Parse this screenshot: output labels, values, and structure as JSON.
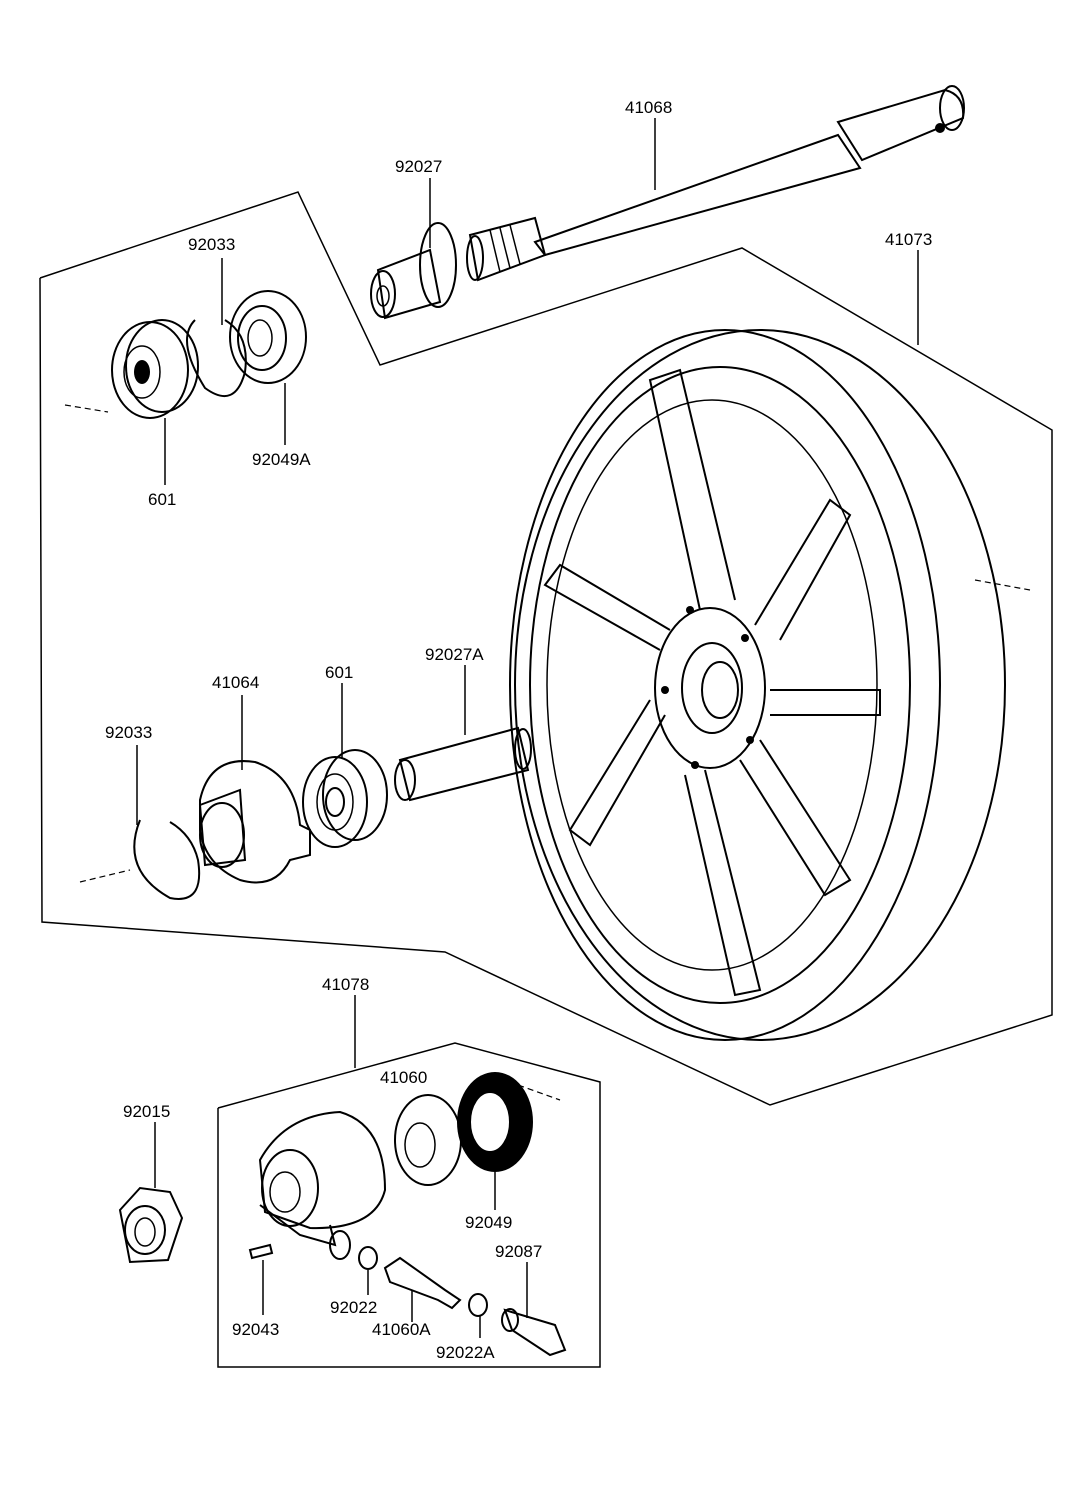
{
  "parts": {
    "axle": "41068",
    "collar_top": "92027",
    "wheel": "41073",
    "circlip_top": "92033",
    "oil_seal_top": "92049A",
    "bearing_top": "601",
    "coupling": "41064",
    "bearing_mid": "601",
    "collar_mid": "92027A",
    "circlip_mid": "92033",
    "meter_gear_housing": "41078",
    "axle_nut": "92015",
    "meter_gear": "41060",
    "oil_seal_bottom": "92049",
    "bushing": "92087",
    "pin": "92043",
    "washer": "92022",
    "pinion": "41060A",
    "washer_a": "92022A"
  }
}
